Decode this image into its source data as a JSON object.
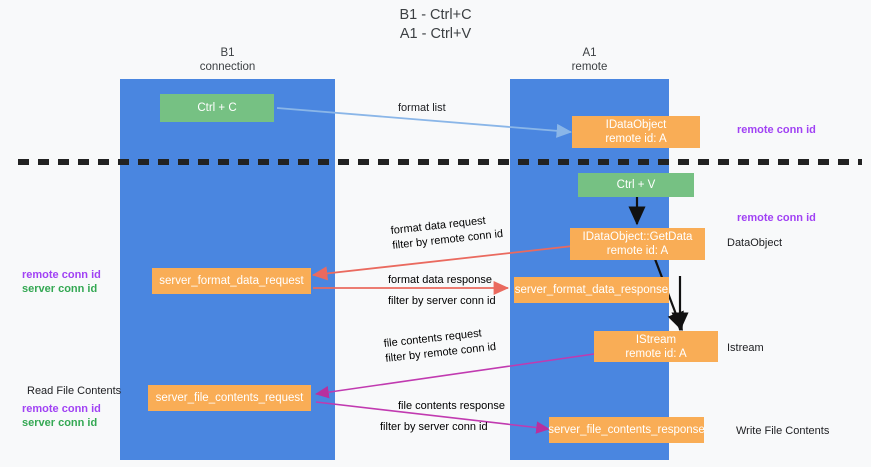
{
  "title": "B1 - Ctrl+C\nA1 - Ctrl+V",
  "colors": {
    "lane": "#4a86e0",
    "node_orange": "#f9ad56",
    "node_green": "#76c183",
    "accent_purple": "#a142f4",
    "accent_magenta": "#b8309e",
    "accent_green": "#34a853",
    "arrow_red": "#ea6a5f",
    "arrow_blue": "#8ab6e8",
    "arrow_black": "#000000",
    "background": "#f8f9fa"
  },
  "columns": [
    {
      "name": "left-lane",
      "title": "B1\nconnection"
    },
    {
      "name": "right-lane",
      "title": "A1\nremote"
    }
  ],
  "nodes": [
    {
      "id": "ctrl-c",
      "label": "Ctrl + C",
      "style": "green"
    },
    {
      "id": "idataobject",
      "label": "IDataObject\nremote id: A",
      "style": "orange"
    },
    {
      "id": "ctrl-v",
      "label": "Ctrl + V",
      "style": "green"
    },
    {
      "id": "idataobject-getdata",
      "label": "IDataObject::GetData\nremote id: A",
      "style": "orange"
    },
    {
      "id": "server-format-data-request",
      "label": "server_format_data_request",
      "style": "orange"
    },
    {
      "id": "server-format-data-response",
      "label": "server_format_data_response",
      "style": "orange"
    },
    {
      "id": "istream",
      "label": "IStream\nremote id: A",
      "style": "orange"
    },
    {
      "id": "server-file-contents-request",
      "label": "server_file_contents_request",
      "style": "orange"
    },
    {
      "id": "server-file-contents-response",
      "label": "server_file_contents_response",
      "style": "orange"
    }
  ],
  "edge_labels": {
    "format_list": "format list",
    "format_data_request": "format data request",
    "format_data_request_filter_prefix": "filter by ",
    "format_data_request_filter_value": "remote conn id",
    "format_data_response": "format data response",
    "format_data_response_filter_prefix": "filter by ",
    "format_data_response_filter_value": "server conn id",
    "file_contents_request": "file contents request",
    "file_contents_request_filter_prefix": "filter by ",
    "file_contents_request_filter_value": "remote conn id",
    "file_contents_response": "file contents response",
    "file_contents_response_filter_prefix": "filter by ",
    "file_contents_response_filter_value": "server conn id"
  },
  "annotations": {
    "right_remote_conn_id_top": "remote conn id",
    "right_remote_conn_id_mid": "remote conn id",
    "right_dataobject": "DataObject",
    "right_istream": "Istream",
    "right_write_file_contents": "Write File Contents",
    "left_remote_conn_id": "remote conn id",
    "left_server_conn_id": "server conn id",
    "left_read_file_contents": "Read File Contents",
    "left_bottom_remote_conn_id": "remote conn id",
    "left_bottom_server_conn_id": "server conn id"
  }
}
